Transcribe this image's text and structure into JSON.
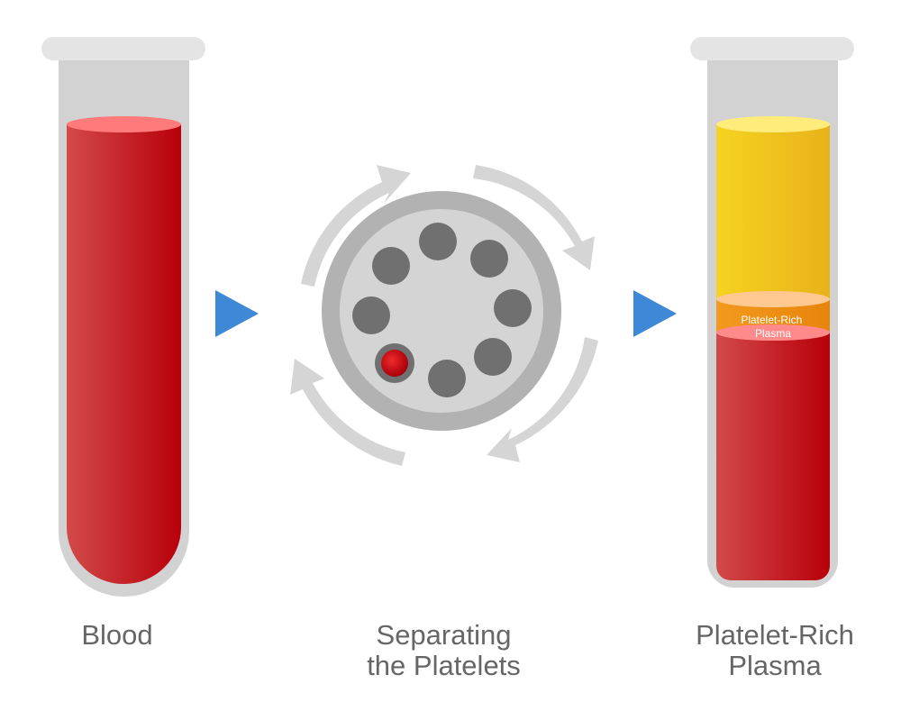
{
  "steps": [
    {
      "label": "Blood",
      "lines": [
        "Blood"
      ]
    },
    {
      "label": "Separating the Platelets",
      "lines": [
        "Separating",
        "the Platelets"
      ]
    },
    {
      "label": "Platelet-Rich Plasma",
      "lines": [
        "Platelet-Rich",
        "Plasma"
      ]
    }
  ],
  "tube_layer_label": [
    "Platelet-Rich",
    "Plasma"
  ],
  "colors": {
    "tube_glass": "#d2d2d2",
    "tube_cap": "#e4e4e4",
    "blood": "#c01a22",
    "blood_top": "#ff7b7b",
    "plasma": "#f2c414",
    "plasma_top": "#ffec7a",
    "platelet_layer": "#f08c10",
    "platelet_top": "#ffc890",
    "arrow_blue": "#3f88d8",
    "rotor_outer": "#b2b2b2",
    "rotor_inner": "#d4d4d4",
    "rotor_slot": "#707070",
    "rotation_arrow": "#d5d5d5",
    "caption_text": "#666666"
  },
  "icons": [
    "flow-arrow-icon",
    "rotation-arrow-icon",
    "centrifuge-icon"
  ]
}
